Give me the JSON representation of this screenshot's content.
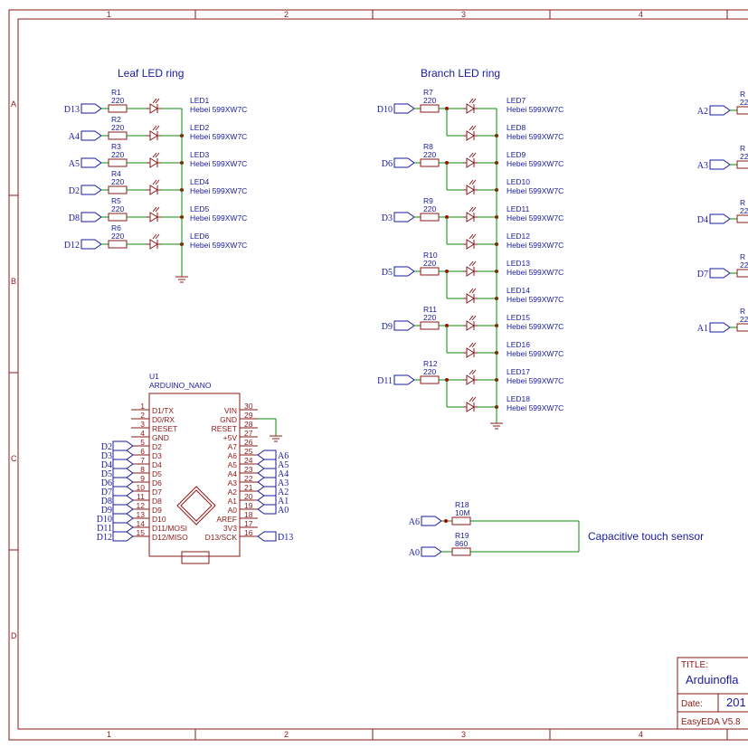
{
  "frame": {
    "cols": [
      "1",
      "2",
      "3",
      "4"
    ],
    "rows": [
      "A",
      "B",
      "C",
      "D"
    ]
  },
  "groups": {
    "leaf": "Leaf LED ring",
    "branch": "Branch LED ring",
    "touch": "Capacitive touch sensor"
  },
  "leaf_rows": [
    {
      "net": "D13",
      "r": "R1",
      "rv": "220",
      "led": "LED1",
      "lv": "Hebei 599XW7C"
    },
    {
      "net": "A4",
      "r": "R2",
      "rv": "220",
      "led": "LED2",
      "lv": "Hebei 599XW7C"
    },
    {
      "net": "A5",
      "r": "R3",
      "rv": "220",
      "led": "LED3",
      "lv": "Hebei 599XW7C"
    },
    {
      "net": "D2",
      "r": "R4",
      "rv": "220",
      "led": "LED4",
      "lv": "Hebei 599XW7C"
    },
    {
      "net": "D8",
      "r": "R5",
      "rv": "220",
      "led": "LED5",
      "lv": "Hebei 599XW7C"
    },
    {
      "net": "D12",
      "r": "R6",
      "rv": "220",
      "led": "LED6",
      "lv": "Hebei 599XW7C"
    }
  ],
  "branch_groups": [
    {
      "net": "D10",
      "r": "R7",
      "rv": "220",
      "leds": [
        {
          "name": "LED7",
          "v": "Hebei 599XW7C"
        },
        {
          "name": "LED8",
          "v": "Hebei 599XW7C"
        }
      ]
    },
    {
      "net": "D6",
      "r": "R8",
      "rv": "220",
      "leds": [
        {
          "name": "LED9",
          "v": "Hebei 599XW7C"
        },
        {
          "name": "LED10",
          "v": "Hebei 599XW7C"
        }
      ]
    },
    {
      "net": "D3",
      "r": "R9",
      "rv": "220",
      "leds": [
        {
          "name": "LED11",
          "v": "Hebei 599XW7C"
        },
        {
          "name": "LED12",
          "v": "Hebei 599XW7C"
        }
      ]
    },
    {
      "net": "D5",
      "r": "R10",
      "rv": "220",
      "leds": [
        {
          "name": "LED13",
          "v": "Hebei 599XW7C"
        },
        {
          "name": "LED14",
          "v": "Hebei 599XW7C"
        }
      ]
    },
    {
      "net": "D9",
      "r": "R11",
      "rv": "220",
      "leds": [
        {
          "name": "LED15",
          "v": "Hebei 599XW7C"
        },
        {
          "name": "LED16",
          "v": "Hebei 599XW7C"
        }
      ]
    },
    {
      "net": "D11",
      "r": "R12",
      "rv": "220",
      "leds": [
        {
          "name": "LED17",
          "v": "Hebei 599XW7C"
        },
        {
          "name": "LED18",
          "v": "Hebei 599XW7C"
        }
      ]
    }
  ],
  "right_rows": [
    {
      "net": "A2",
      "r": "R",
      "rv": "22"
    },
    {
      "net": "A3",
      "r": "R",
      "rv": "22"
    },
    {
      "net": "D4",
      "r": "R",
      "rv": "22"
    },
    {
      "net": "D7",
      "r": "R",
      "rv": "22"
    },
    {
      "net": "A1",
      "r": "R",
      "rv": "22"
    }
  ],
  "arduino": {
    "ref": "U1",
    "name": "ARDUINO_NANO",
    "left_pins": [
      {
        "n": "1",
        "label": "D1/TX",
        "net": ""
      },
      {
        "n": "2",
        "label": "D0/RX",
        "net": ""
      },
      {
        "n": "3",
        "label": "RESET",
        "net": ""
      },
      {
        "n": "4",
        "label": "GND",
        "net": ""
      },
      {
        "n": "5",
        "label": "D2",
        "net": "D2"
      },
      {
        "n": "6",
        "label": "D3",
        "net": "D3"
      },
      {
        "n": "7",
        "label": "D4",
        "net": "D4"
      },
      {
        "n": "8",
        "label": "D5",
        "net": "D5"
      },
      {
        "n": "9",
        "label": "D6",
        "net": "D6"
      },
      {
        "n": "10",
        "label": "D7",
        "net": "D7"
      },
      {
        "n": "11",
        "label": "D8",
        "net": "D8"
      },
      {
        "n": "12",
        "label": "D9",
        "net": "D9"
      },
      {
        "n": "13",
        "label": "D10",
        "net": "D10"
      },
      {
        "n": "14",
        "label": "D11/MOSI",
        "net": "D11"
      },
      {
        "n": "15",
        "label": "D12/MISO",
        "net": "D12"
      }
    ],
    "right_pins": [
      {
        "n": "30",
        "label": "VIN",
        "net": ""
      },
      {
        "n": "29",
        "label": "GND",
        "net": ""
      },
      {
        "n": "28",
        "label": "RESET",
        "net": ""
      },
      {
        "n": "27",
        "label": "+5V",
        "net": ""
      },
      {
        "n": "26",
        "label": "A7",
        "net": ""
      },
      {
        "n": "25",
        "label": "A6",
        "net": "A6"
      },
      {
        "n": "24",
        "label": "A5",
        "net": "A5"
      },
      {
        "n": "23",
        "label": "A4",
        "net": "A4"
      },
      {
        "n": "22",
        "label": "A3",
        "net": "A3"
      },
      {
        "n": "21",
        "label": "A2",
        "net": "A2"
      },
      {
        "n": "20",
        "label": "A1",
        "net": "A1"
      },
      {
        "n": "19",
        "label": "A0",
        "net": "A0"
      },
      {
        "n": "18",
        "label": "AREF",
        "net": ""
      },
      {
        "n": "17",
        "label": "3V3",
        "net": ""
      },
      {
        "n": "16",
        "label": "D13/SCK",
        "net": "D13"
      }
    ]
  },
  "touch": [
    {
      "net": "A6",
      "r": "R18",
      "rv": "10M"
    },
    {
      "net": "A0",
      "r": "R19",
      "rv": "860"
    }
  ],
  "title_block": {
    "title_label": "TITLE:",
    "title_value": "Arduinofla",
    "date_label": "Date:",
    "date_value": "201",
    "tool": "EasyEDA V5.8"
  }
}
